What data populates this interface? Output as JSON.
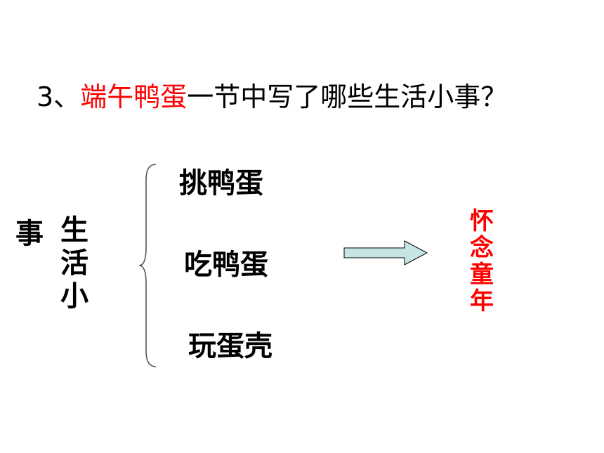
{
  "question": {
    "prefix": "3、",
    "highlight": "端午鸭蛋",
    "suffix": "一节中写了哪些生活小事？",
    "highlight_color": "#ff0000"
  },
  "left_label": {
    "shi": "事",
    "chars": [
      "生",
      "活",
      "小"
    ]
  },
  "items": [
    "挑鸭蛋",
    "吃鸭蛋",
    "玩蛋壳"
  ],
  "result": {
    "chars": [
      "怀",
      "念",
      "童",
      "年"
    ],
    "color": "#ff0000"
  },
  "arrow": {
    "fill": "#c6e6e6",
    "stroke": "#000000"
  }
}
